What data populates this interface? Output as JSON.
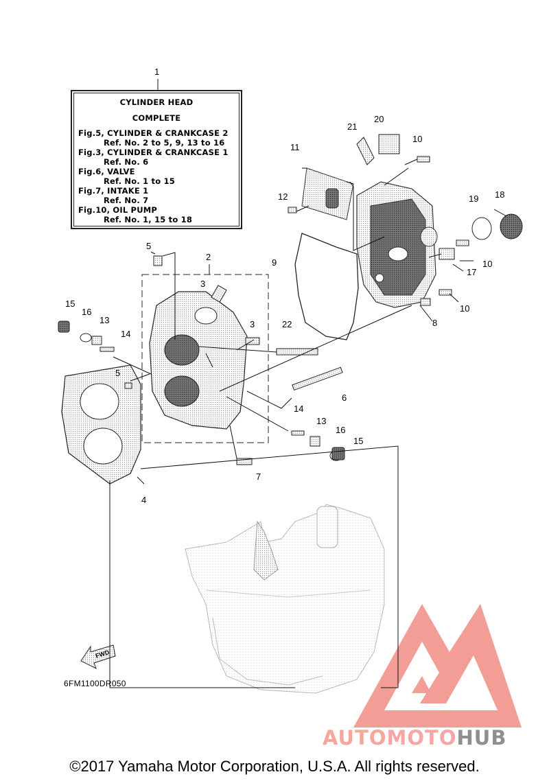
{
  "box": {
    "title_line1": "CYLINDER HEAD",
    "title_line2": "COMPLETE",
    "lines": [
      {
        "text": "Fig.5, CYLINDER & CRANKCASE 2",
        "indent": false
      },
      {
        "text": "Ref. No. 2 to 5, 9, 13 to 16",
        "indent": true
      },
      {
        "text": "Fig.3, CYLINDER & CRANKCASE 1",
        "indent": false
      },
      {
        "text": "Ref. No. 6",
        "indent": true
      },
      {
        "text": "Fig.6, VALVE",
        "indent": false
      },
      {
        "text": "Ref. No. 1 to 15",
        "indent": true
      },
      {
        "text": "Fig.7, INTAKE 1",
        "indent": false
      },
      {
        "text": "Ref. No. 7",
        "indent": true
      },
      {
        "text": "Fig.10, OIL PUMP",
        "indent": false
      },
      {
        "text": "Ref. No. 1, 15 to 18",
        "indent": true
      }
    ]
  },
  "part_labels": [
    "1",
    "2",
    "3",
    "3",
    "4",
    "5",
    "5",
    "6",
    "7",
    "8",
    "9",
    "10",
    "10",
    "10",
    "11",
    "12",
    "13",
    "13",
    "14",
    "14",
    "15",
    "15",
    "16",
    "16",
    "17",
    "18",
    "19",
    "20",
    "21",
    "22"
  ],
  "fwd_label": "FWD",
  "diagram_code": "6FM1100DR050",
  "copyright": "©2017 Yamaha Motor Corporation, U.S.A. All rights reserved.",
  "watermark": {
    "part1": "AUTO",
    "part2": "MOTO",
    "part3": "HUB"
  },
  "colors": {
    "watermark_red": "#f08c84",
    "watermark_orange": "#f4a79a",
    "watermark_gray": "#8f8f8f",
    "line": "#111111"
  }
}
